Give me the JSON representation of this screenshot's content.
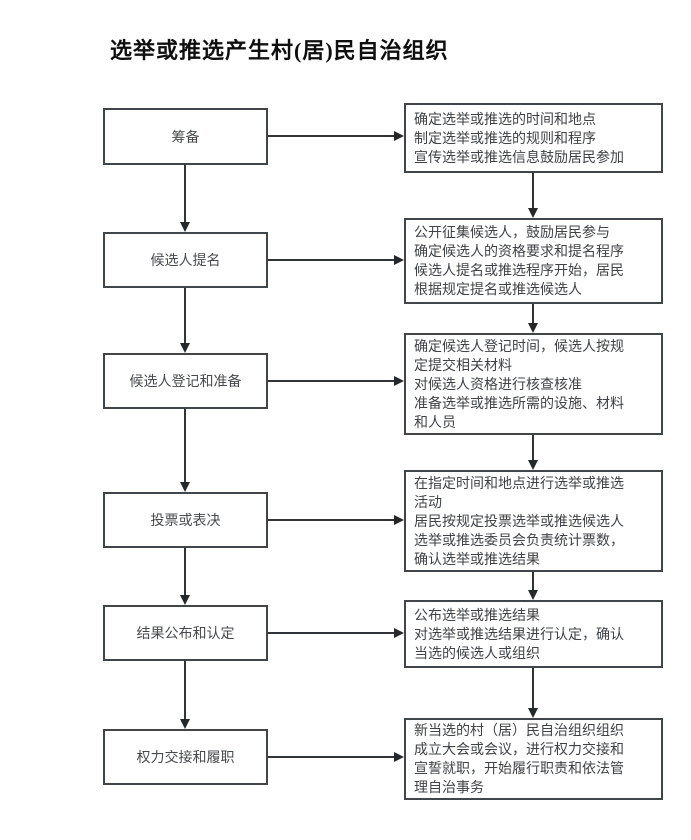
{
  "title": "选举或推选产生村(居)民自治组织",
  "colors": {
    "background": "#ffffff",
    "box_border": "#41464b",
    "box_text": "#3f4347",
    "arrow_line": "#303438",
    "arrow_head": "#25282b",
    "title_text": "#0f0f0f"
  },
  "flowchart": {
    "direction": "top-to-bottom, two linked columns",
    "steps": [
      {
        "label": "筹备",
        "detail": "确定选举或推选的时间和地点\n制定选举或推选的规则和程序\n宣传选举或推选信息鼓励居民参加"
      },
      {
        "label": "候选人提名",
        "detail": "公开征集候选人，鼓励居民参与\n确定候选人的资格要求和提名程序\n候选人提名或推选程序开始，居民\n根据规定提名或推选候选人"
      },
      {
        "label": "候选人登记和准备",
        "detail": "确定候选人登记时间，候选人按规\n定提交相关材料\n对候选人资格进行核查核准\n准备选举或推选所需的设施、材料\n和人员"
      },
      {
        "label": "投票或表决",
        "detail": "在指定时间和地点进行选举或推选\n活动\n居民按规定投票选举或推选候选人\n选举或推选委员会负责统计票数，\n确认选举或推选结果"
      },
      {
        "label": "结果公布和认定",
        "detail": "公布选举或推选结果\n对选举或推选结果进行认定，确认\n当选的候选人或组织"
      },
      {
        "label": "权力交接和履职",
        "detail": "新当选的村（居）民自治组织组织\n成立大会或会议，进行权力交接和\n宣誓就职，开始履行职责和依法管\n理自治事务"
      }
    ]
  }
}
